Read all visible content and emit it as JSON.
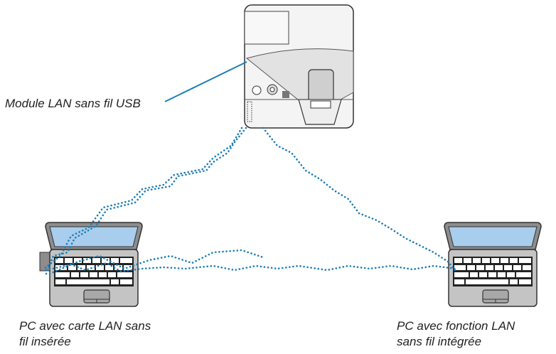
{
  "labels": {
    "module": "Module LAN sans fil USB",
    "pc_left_line1": "PC avec carte LAN sans",
    "pc_left_line2": "fil insérée",
    "pc_right_line1": "PC avec fonction LAN",
    "pc_right_line2": "sans fil intégrée"
  },
  "colors": {
    "link": "#1b7db8",
    "screen": "#a9cdec",
    "body": "#c9c9c9"
  }
}
